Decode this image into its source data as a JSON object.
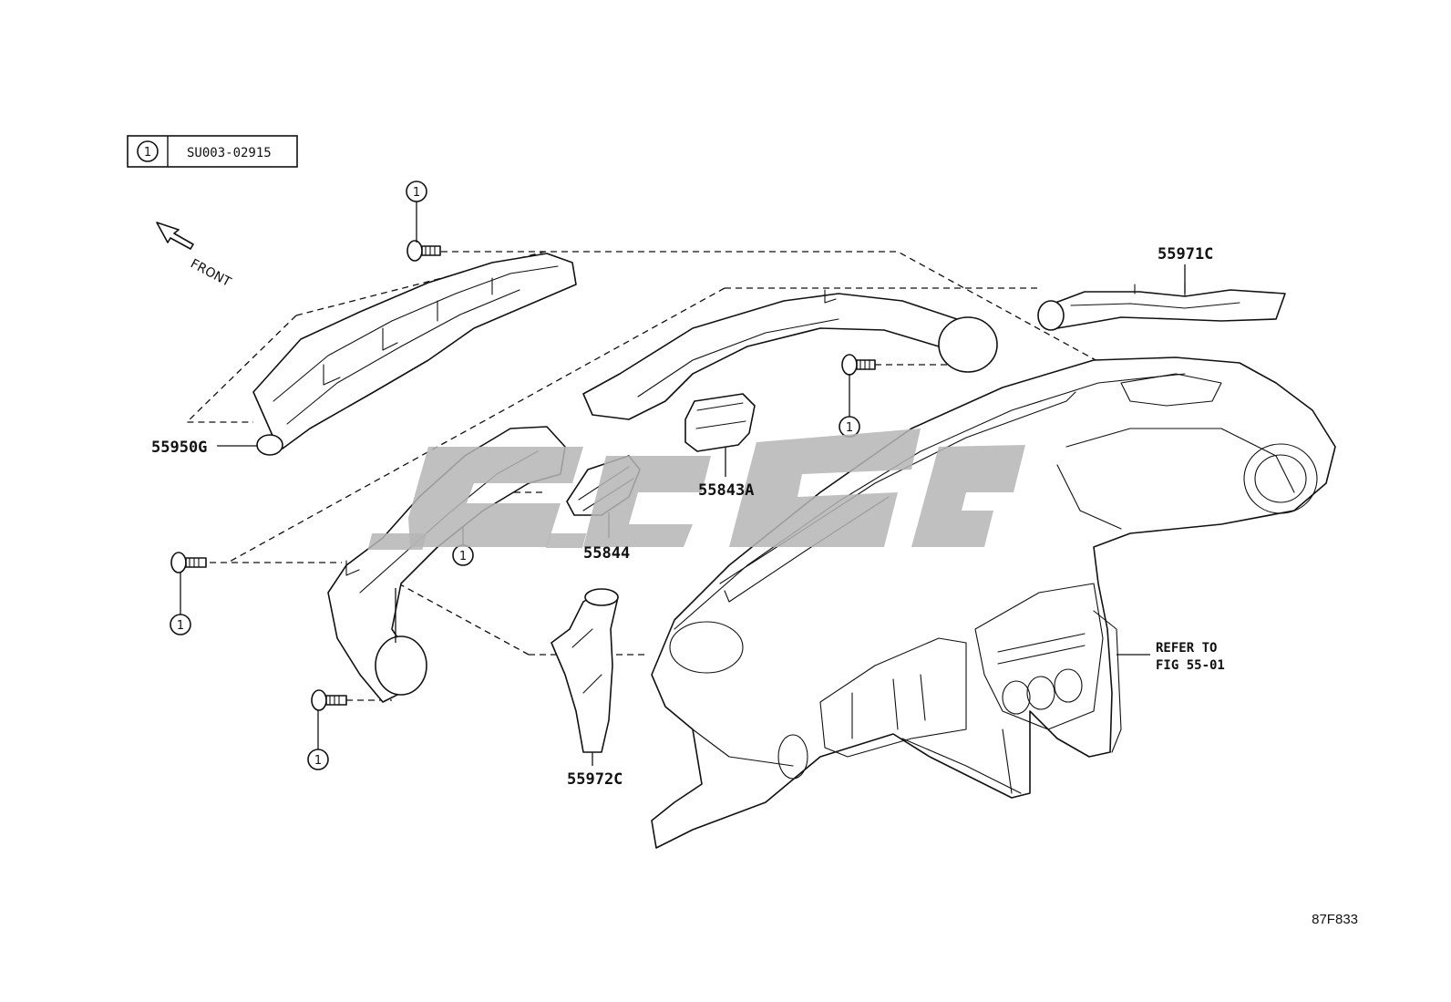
{
  "legend": {
    "symbol": "1",
    "code": "SU003-02915"
  },
  "direction_label": "FRONT",
  "callout_number": "1",
  "parts": {
    "p55971c": "55971C",
    "p55950g": "55950G",
    "p55843a": "55843A",
    "p55844": "55844",
    "p55972c": "55972C"
  },
  "refer": {
    "line1": "REFER TO",
    "line2": "FIG 55-01"
  },
  "figure_code": "87F833"
}
